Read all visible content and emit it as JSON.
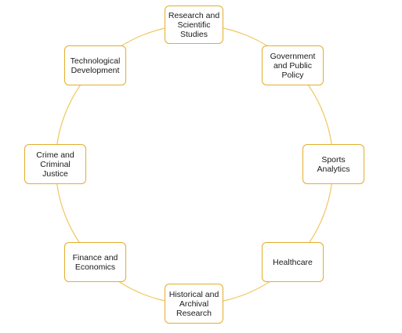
{
  "diagram": {
    "ring_color": "#f0c75e",
    "box_border_color": "#e3ad2c",
    "nodes": [
      {
        "id": "research",
        "label": "Research and Scientific Studies"
      },
      {
        "id": "gov",
        "label": "Government and Public Policy"
      },
      {
        "id": "sports",
        "label": "Sports Analytics"
      },
      {
        "id": "health",
        "label": "Healthcare"
      },
      {
        "id": "hist",
        "label": "Historical and Archival Research"
      },
      {
        "id": "finance",
        "label": "Finance and Economics"
      },
      {
        "id": "crime",
        "label": "Crime and Criminal Justice"
      },
      {
        "id": "tech",
        "label": "Technological Development"
      }
    ]
  }
}
